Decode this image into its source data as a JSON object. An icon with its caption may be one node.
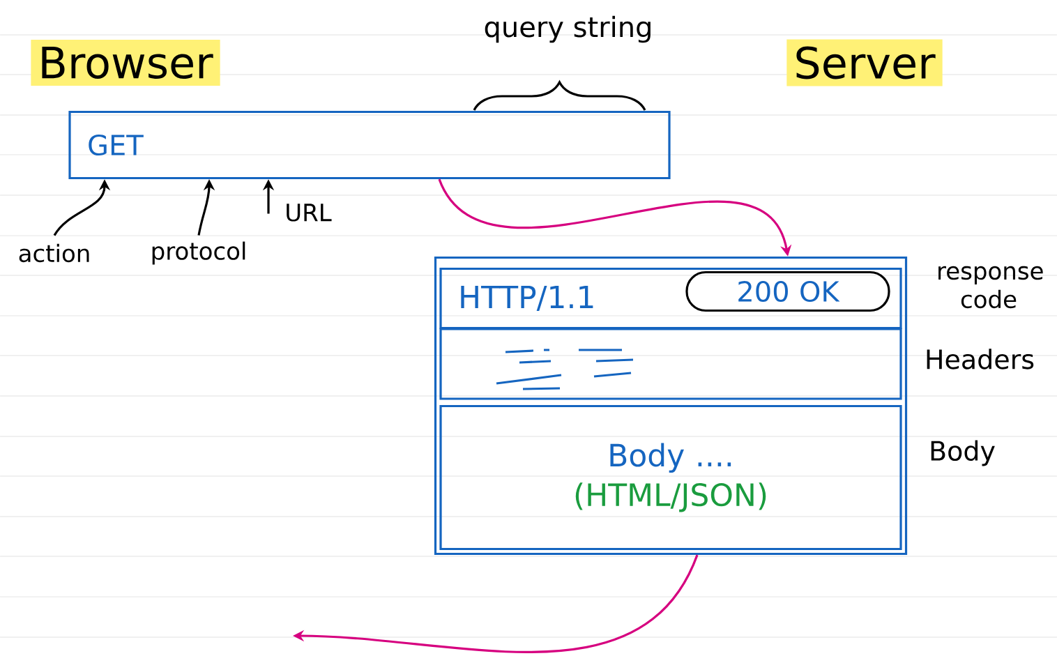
{
  "diagram": {
    "nodes": [
      {
        "text": [
          "GET"
        ]
      },
      {
        "text": [],
        "shape": "box"
      },
      {
        "text": [
          "HTTP/1.1"
        ],
        "in": 1
      },
      {
        "text": [
          "200 OK"
        ],
        "in": 2
      },
      {
        "text": [],
        "shape": "box",
        "in": 1
      },
      {
        "text": [
          "Body ....",
          "(HTML/JSON)"
        ],
        "in": 1
      },
      {
        "text": [
          "action"
        ]
      },
      {
        "text": [
          "protocol"
        ]
      },
      {
        "text": [
          "URL"
        ]
      }
    ],
    "edges": [
      {
        "from": 0,
        "to": 1,
        "arrow": "to",
        "color": "#d6007f"
      },
      {
        "from": 1,
        "to": null,
        "arrow": "to",
        "color": "#d6007f"
      },
      {
        "from": 6,
        "to": 0,
        "arrow": "to"
      },
      {
        "from": 7,
        "to": 0,
        "arrow": "to"
      },
      {
        "from": 8,
        "to": 0,
        "arrow": "to"
      }
    ],
    "labels": [
      "Browser",
      "query string",
      "Server",
      "response code",
      "Headers",
      "Body"
    ]
  }
}
